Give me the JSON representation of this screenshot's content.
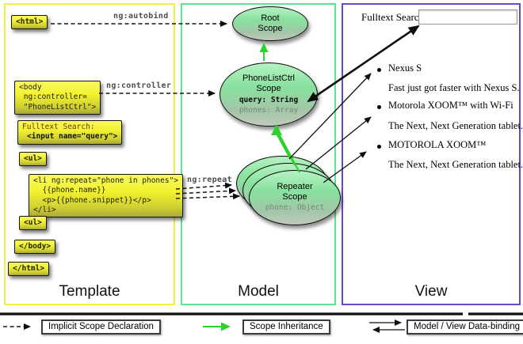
{
  "panels": {
    "template_label": "Template",
    "model_label": "Model",
    "view_label": "View"
  },
  "template": {
    "html_open": "<html>",
    "body_open": "<body\n ng:controller=\n \"PhoneListCtrl\">",
    "fulltext_label": "Fulltext Search:",
    "fulltext_input": "<input name=\"query\">",
    "ul_open": "<ul>",
    "li_repeat": "<li ng:repeat=\"phone in phones\">\n  {{phone.name}}\n  <p>{{phone.snippet}}</p>\n</li>",
    "ul_close": "<ul>",
    "body_close": "</body>",
    "html_close": "</html>",
    "arrow_labels": {
      "autobind": "ng:autobind",
      "controller": "ng:controller",
      "repeat": "ng:repeat"
    }
  },
  "model": {
    "root_scope_title": "Root\nScope",
    "phonelist_title": "PhoneListCtrl\nScope",
    "phonelist_query": "query: String",
    "phonelist_phones": "phones: Array",
    "repeater_title": "Repeater\nScope",
    "repeater_phone": "phone: Object"
  },
  "view": {
    "search_label": "Fulltext Search:",
    "search_value": "",
    "items": [
      {
        "title": "Nexus S",
        "desc": "Fast just got faster with Nexus S."
      },
      {
        "title": "Motorola XOOM™  with Wi-Fi",
        "desc": "The Next, Next Generation tablet."
      },
      {
        "title": "MOTOROLA XOOM™",
        "desc": "The Next, Next Generation tablet."
      }
    ]
  },
  "legend": {
    "implicit": "Implicit Scope Declaration",
    "inheritance": "Scope Inheritance",
    "databinding": "Model / View Data-binding"
  },
  "colors": {
    "template_border": "#f2f23e",
    "model_border": "#57e693",
    "view_border": "#6747cb",
    "inheritance_green": "#2cd32c"
  }
}
